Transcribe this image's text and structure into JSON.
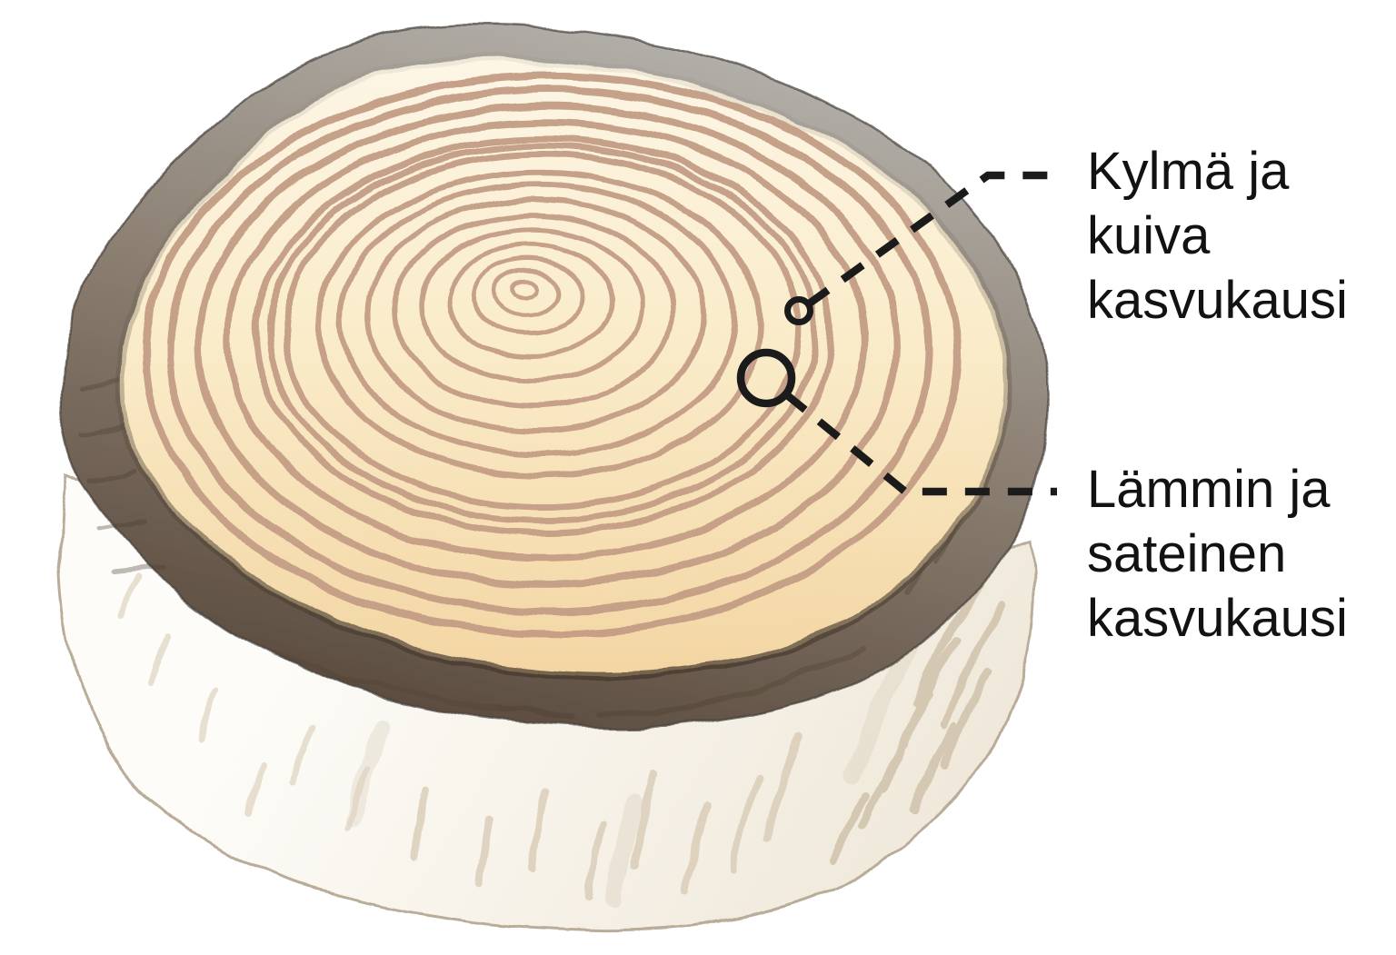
{
  "figure": {
    "type": "labeled-diagram",
    "subject": "tree stump cross-section with annual growth rings",
    "language": "fi",
    "labels": {
      "cold_dry": {
        "text": "Kylmä ja kuiva kasvukausi",
        "lines": [
          "Kylmä ja",
          "kuiva",
          "kasvukausi"
        ],
        "marker": "small-circle-on-narrow-ring"
      },
      "warm_rainy": {
        "text": "Lämmin ja sateinen kasvukausi",
        "lines": [
          "Lämmin ja",
          "sateinen",
          "kasvukausi"
        ],
        "marker": "large-circle-on-wide-ring"
      }
    },
    "colors": {
      "background": "#ffffff",
      "text": "#121212",
      "leader": "#1b1b1b",
      "ring": "#c49d85",
      "wood_top": "#fdf6e6",
      "wood_mid": "#faecca",
      "wood_bottom": "#f3d5a2",
      "bark_light": "#b3b0aa",
      "bark_mid": "#8d8174",
      "bark_dark": "#594a3d",
      "side_fill": "#fdfcf8",
      "side_shade": "#efe8da",
      "streak": "#d5c7af"
    }
  }
}
